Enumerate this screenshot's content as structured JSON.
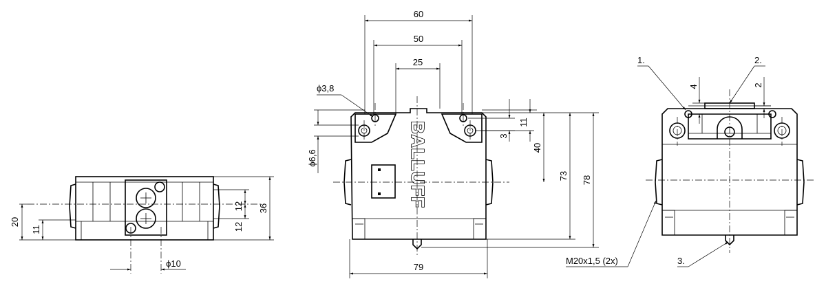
{
  "brand": {
    "logo_text": "BALLUFF"
  },
  "views": {
    "left": {
      "dims": {
        "d20": "20",
        "d11": "11",
        "d12a": "12",
        "d12b": "12",
        "d36": "36",
        "d10": "ϕ10"
      }
    },
    "front": {
      "dims": {
        "d60": "60",
        "d50": "50",
        "d25": "25",
        "d38": "ϕ3,8",
        "d66": "ϕ6,6",
        "d3": "3",
        "d11": "11",
        "d40": "40",
        "d73": "73",
        "d78": "78",
        "d79": "79"
      }
    },
    "right": {
      "labels": {
        "c1": "1.",
        "c2": "2.",
        "c3": "3.",
        "thread": "M20x1,5 (2x)"
      },
      "dims": {
        "d4": "4",
        "d2": "2"
      }
    }
  },
  "colors": {
    "line": "#000000",
    "background": "#ffffff"
  }
}
